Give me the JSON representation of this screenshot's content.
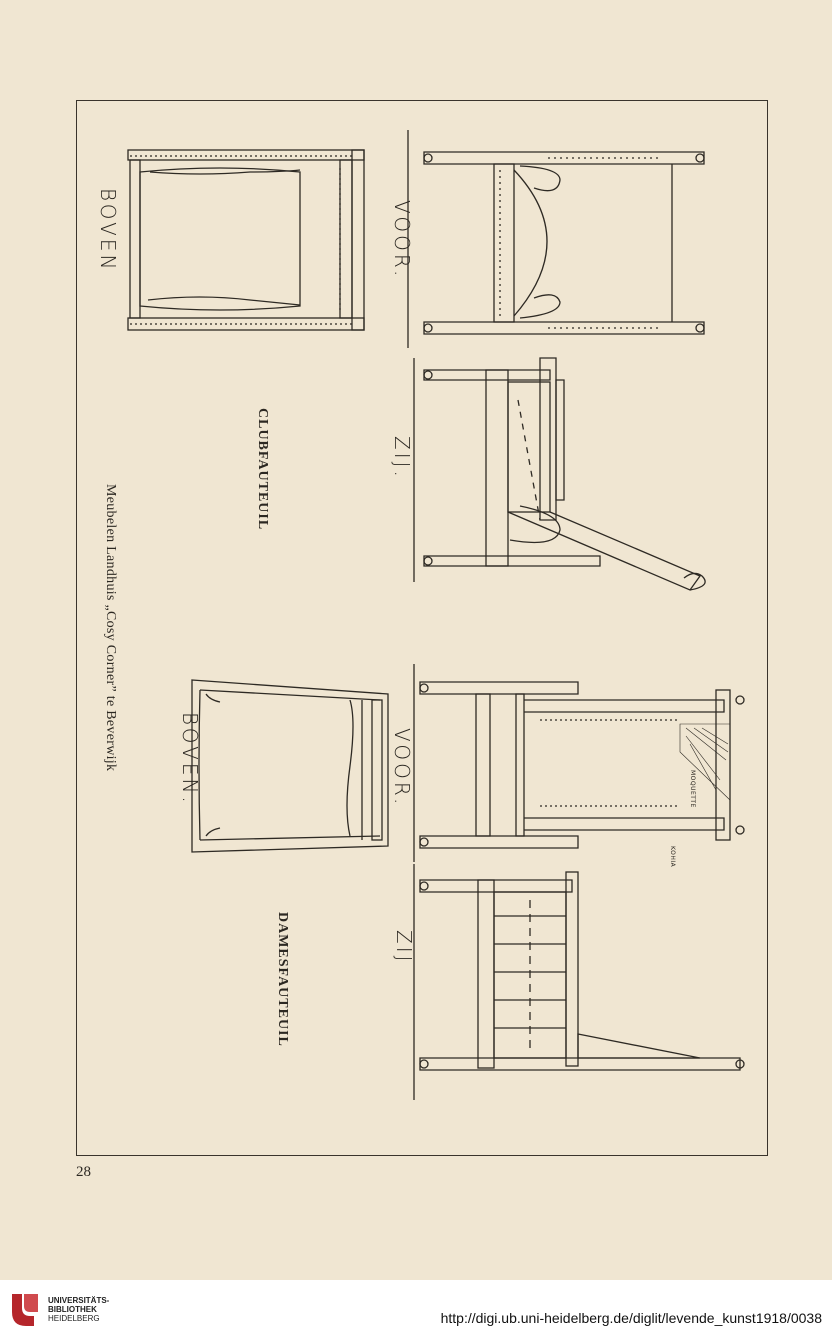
{
  "page": {
    "caption": "Meubelen Landhuis „Cosy Corner” te Beverwijk",
    "page_number": "28",
    "sections": [
      {
        "title": "CLUBFAUTEUIL",
        "views": [
          "BOVEN",
          "VOOR.",
          "ZIJ."
        ]
      },
      {
        "title": "DAMESFAUTEUIL",
        "views": [
          "BOVEN.",
          "VOOR.",
          "ZIJ"
        ]
      }
    ],
    "annotations": [
      "MOQUETTE",
      "KOHIA"
    ]
  },
  "footer": {
    "library_line1": "UNIVERSITÄTS-",
    "library_line2": "BIBLIOTHEK",
    "library_line3": "HEIDELBERG",
    "url": "http://digi.ub.uni-heidelberg.de/diglit/levende_kunst1918/0038"
  },
  "colors": {
    "paper": "#f0e6d2",
    "ink": "#2c2822",
    "logo_red": "#b5262b"
  }
}
